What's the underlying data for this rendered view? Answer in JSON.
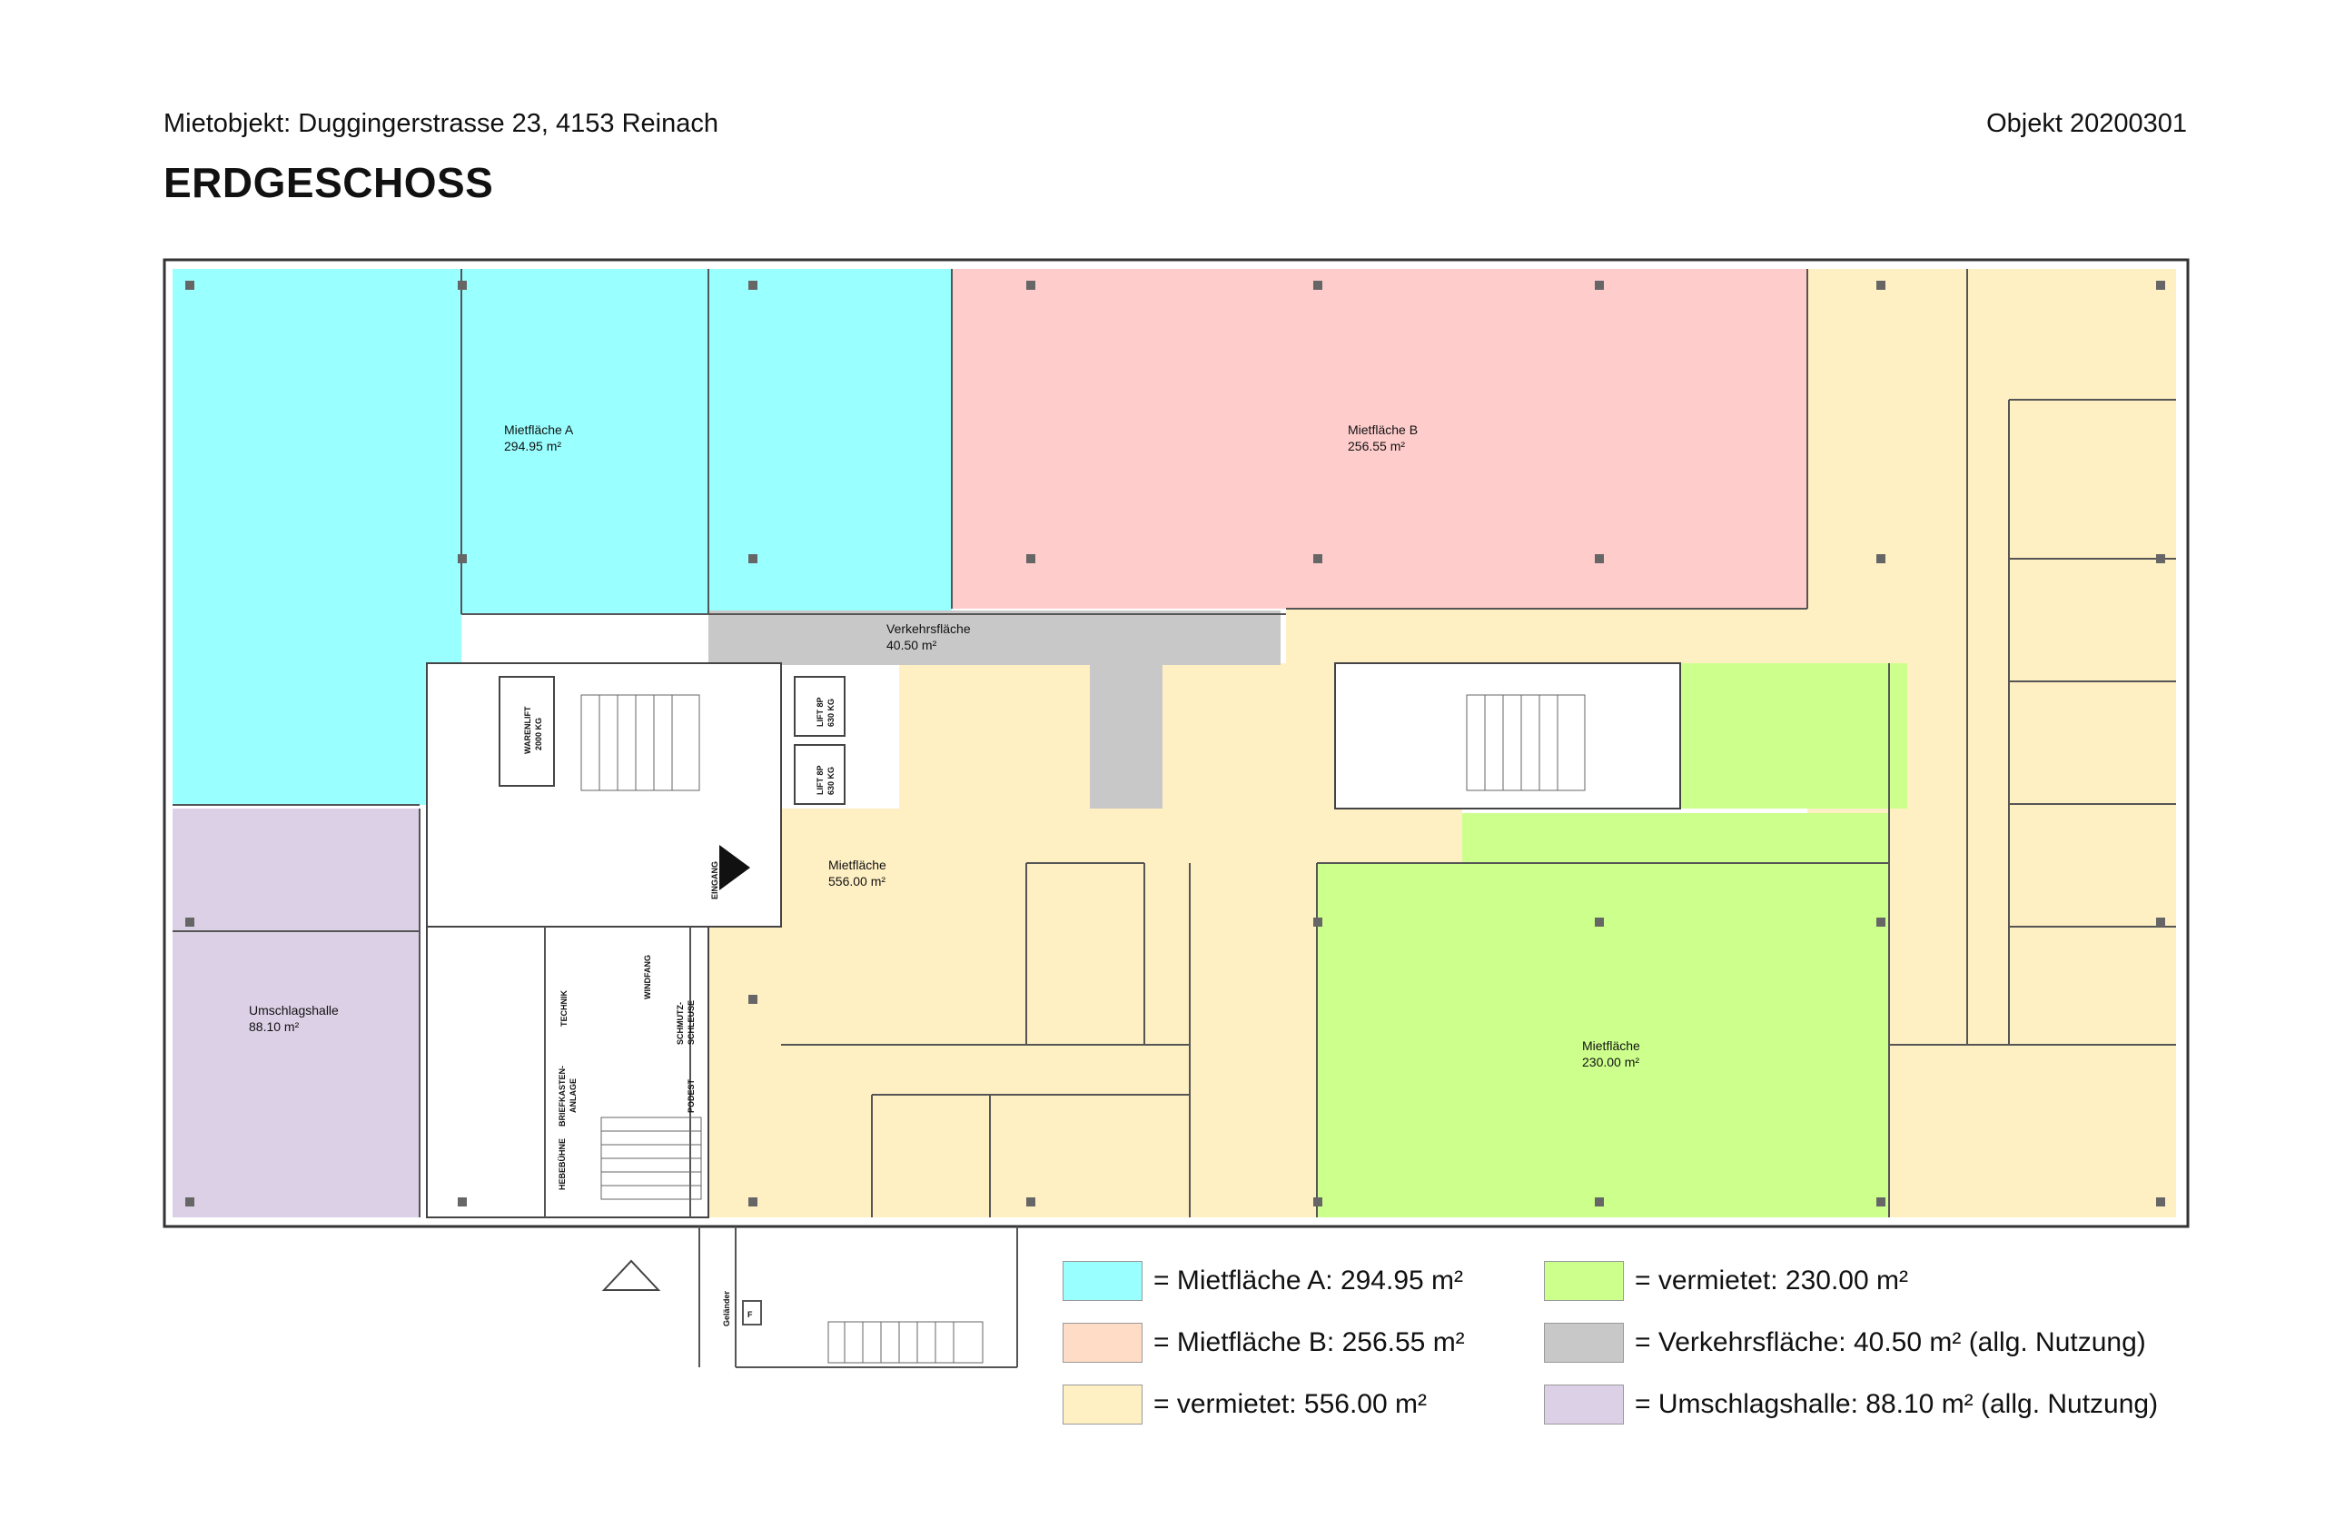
{
  "header": {
    "object_address": "Mietobjekt: Duggingerstrasse 23, 4153 Reinach",
    "object_number": "Objekt 20200301",
    "floor_title": "ERDGESCHOSS"
  },
  "rooms": {
    "a": {
      "name": "Mietfläche A",
      "area": "294.95 m²"
    },
    "b": {
      "name": "Mietfläche B",
      "area": "256.55 m²"
    },
    "verkehr": {
      "name": "Verkehrsfläche",
      "area": "40.50 m²"
    },
    "mf556": {
      "name": "Mietfläche",
      "area": "556.00 m²"
    },
    "mf230": {
      "name": "Mietfläche",
      "area": "230.00 m²"
    },
    "umschlag": {
      "name": "Umschlagshalle",
      "area": "88.10 m²"
    }
  },
  "plan_labels": {
    "eingang": "EINGANG",
    "warenlift": "WARENLIFT",
    "warenlift_kg": "2000 KG",
    "lift1": "LIFT 8P",
    "lift1_kg": "630 KG",
    "lift2": "LIFT 8P",
    "lift2_kg": "630 KG",
    "technik": "TECHNIK",
    "windfang": "WINDFANG",
    "schmutz": "SCHMUTZ-",
    "schleuse": "SCHLEUSE",
    "briefkasten": "BRIEFKASTEN-",
    "anlage": "ANLAGE",
    "podest": "PODEST",
    "hebebuehne": "HEBEBÜHNE",
    "f": "F",
    "gelaender": "Geländer"
  },
  "legend": [
    {
      "text": "= Mietfläche A: 294.95 m²",
      "color": "#99ffff"
    },
    {
      "text": "= Mietfläche B: 256.55 m²",
      "color": "#ffdcc6"
    },
    {
      "text": "= vermietet: 556.00 m²",
      "color": "#fff0c4"
    },
    {
      "text": "= vermietet: 230.00 m²",
      "color": "#ccff8c"
    },
    {
      "text": "= Verkehrsfläche: 40.50 m² (allg. Nutzung)",
      "color": "#c8c8c8"
    },
    {
      "text": "= Umschlagshalle: 88.10 m² (allg. Nutzung)",
      "color": "#dcd0e6"
    }
  ],
  "colors": {
    "mietflaeche_a": "#99ffff",
    "mietflaeche_b": "#ffcccc",
    "vermietet_556": "#fff0c4",
    "vermietet_230": "#ccff8c",
    "verkehr": "#c8c8c8",
    "umschlag": "#dcd0e6"
  }
}
